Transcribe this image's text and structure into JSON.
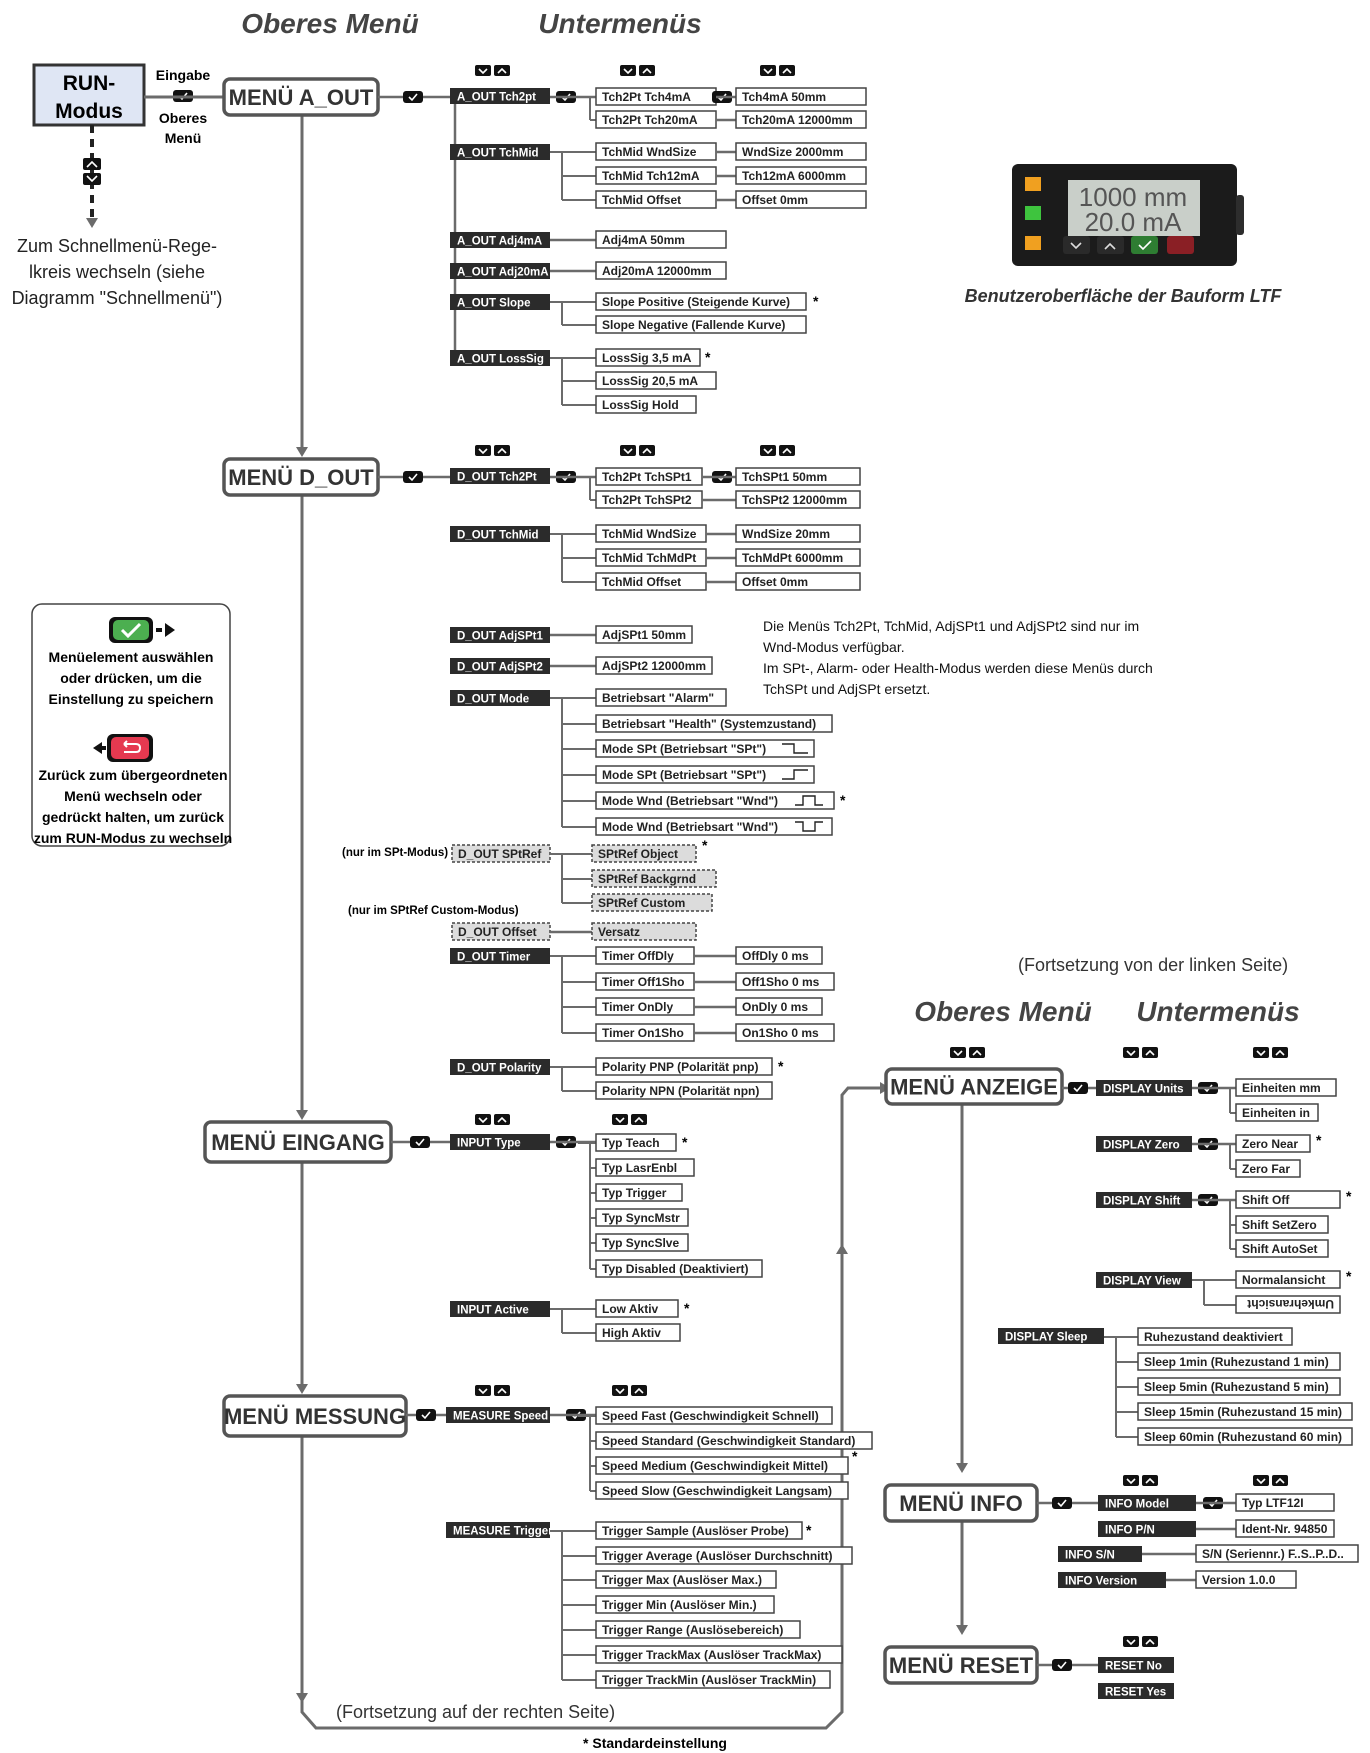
{
  "headings": {
    "top_menu": "Oberes Menü",
    "sub_menus": "Untermenüs",
    "top_menu_right": "Oberes Menü",
    "sub_menus_right": "Untermenüs",
    "continued_from_left": "(Fortsetzung von der linken Seite)",
    "continued_on_right": "(Fortsetzung auf der rechten Seite)",
    "default_footnote": "* Standardeinstellung"
  },
  "run_mode": {
    "line1": "RUN-",
    "line2": "Modus",
    "enter_label": "Eingabe",
    "top_menu_label_1": "Oberes",
    "top_menu_label_2": "Menü",
    "quick_menu_text": [
      "Zum Schnellmenü-Rege-",
      "lkreis wechseln (siehe",
      "Diagramm \"Schnellmenü\")"
    ]
  },
  "legend": {
    "select_text": [
      "Menüelement auswählen",
      "oder drücken, um die",
      "Einstellung zu speichern"
    ],
    "back_text": [
      "Zurück zum übergeordneten",
      "Menü wechseln oder",
      "gedrückt halten, um zurück",
      "zum RUN-Modus zu wechseln"
    ]
  },
  "device": {
    "display_line1": "1000 mm",
    "display_line2": "20.0 mA",
    "caption": "Benutzeroberfläche der Bauform LTF"
  },
  "wnd_note": [
    "Die Menüs Tch2Pt, TchMid, AdjSPt1 und AdjSPt2 sind nur im",
    "Wnd-Modus verfügbar.",
    "Im SPt-, Alarm- oder Health-Modus werden diese Menüs durch",
    "TchSPt und AdjSPt ersetzt."
  ],
  "top_menus": {
    "a_out": "MENÜ A_OUT",
    "d_out": "MENÜ D_OUT",
    "eingang": "MENÜ EINGANG",
    "messung": "MENÜ MESSUNG",
    "anzeige": "MENÜ ANZEIGE",
    "info": "MENÜ INFO",
    "reset": "MENÜ RESET"
  },
  "a_out": {
    "tch2pt": "A_OUT Tch2pt",
    "tch2pt_4ma": "Tch2Pt Tch4mA",
    "tch2pt_20ma": "Tch2Pt Tch20mA",
    "tch4ma_val": "Tch4mA 50mm",
    "tch20ma_val": "Tch20mA 12000mm",
    "tchmid": "A_OUT TchMid",
    "tchmid_wnd": "TchMid WndSize",
    "tchmid_12ma": "TchMid Tch12mA",
    "tchmid_off": "TchMid Offset",
    "wnd_val": "WndSize 2000mm",
    "tch12_val": "Tch12mA 6000mm",
    "off_val": "Offset 0mm",
    "adj4": "A_OUT Adj4mA",
    "adj4_val": "Adj4mA 50mm",
    "adj20": "A_OUT Adj20mA",
    "adj20_val": "Adj20mA 12000mm",
    "slope": "A_OUT Slope",
    "slope_pos": "Slope Positive (Steigende Kurve)",
    "slope_neg": "Slope Negative (Fallende Kurve)",
    "losssig": "A_OUT LossSig",
    "loss_35": "LossSig 3,5 mA",
    "loss_205": "LossSig 20,5 mA",
    "loss_hold": "LossSig Hold"
  },
  "d_out": {
    "tch2pt": "D_OUT Tch2Pt",
    "spt1": "Tch2Pt TchSPt1",
    "spt2": "Tch2Pt TchSPt2",
    "spt1_val": "TchSPt1 50mm",
    "spt2_val": "TchSPt2 12000mm",
    "tchmid": "D_OUT TchMid",
    "tchmid_wnd": "TchMid WndSize",
    "tchmid_mdpt": "TchMid TchMdPt",
    "tchmid_off": "TchMid Offset",
    "wnd_val": "WndSize 20mm",
    "mdpt_val": "TchMdPt 6000mm",
    "off_val": "Offset 0mm",
    "adjspt1": "D_OUT AdjSPt1",
    "adjspt1_val": "AdjSPt1 50mm",
    "adjspt2": "D_OUT AdjSPt2",
    "adjspt2_val": "AdjSPt2 12000mm",
    "mode": "D_OUT Mode",
    "modes": [
      "Betriebsart \"Alarm\"",
      "Betriebsart \"Health\" (Systemzustand)",
      "Mode SPt (Betriebsart \"SPt\")",
      "Mode SPt (Betriebsart \"SPt\")",
      "Mode Wnd (Betriebsart \"Wnd\")",
      "Mode Wnd (Betriebsart \"Wnd\")"
    ],
    "sptref_note": "(nur im SPt-Modus)",
    "sptref": "D_OUT SPtRef",
    "sptref_items": [
      "SPtRef Object",
      "SPtRef Backgrnd",
      "SPtRef Custom"
    ],
    "offset_note": "(nur im SPtRef Custom-Modus)",
    "offset": "D_OUT Offset",
    "offset_item": "Versatz",
    "timer": "D_OUT Timer",
    "timer_items": [
      "Timer OffDly",
      "Timer Off1Sho",
      "Timer OnDly",
      "Timer On1Sho"
    ],
    "timer_vals": [
      "OffDly 0 ms",
      "Off1Sho 0 ms",
      "OnDly 0 ms",
      "On1Sho 0 ms"
    ],
    "polarity": "D_OUT Polarity",
    "pol_pnp": "Polarity PNP (Polarität pnp)",
    "pol_npn": "Polarity NPN (Polarität npn)"
  },
  "eingang": {
    "type": "INPUT Type",
    "types": [
      "Typ Teach",
      "Typ LasrEnbl",
      "Typ Trigger",
      "Typ SyncMstr",
      "Typ SyncSlve",
      "Typ Disabled (Deaktiviert)"
    ],
    "active": "INPUT Active",
    "actives": [
      "Low Aktiv",
      "High Aktiv"
    ]
  },
  "messung": {
    "speed": "MEASURE Speed",
    "speeds": [
      "Speed Fast (Geschwindigkeit Schnell)",
      "Speed Standard (Geschwindigkeit Standard)",
      "Speed Medium (Geschwindigkeit Mittel)",
      "Speed Slow (Geschwindigkeit Langsam)"
    ],
    "trigger": "MEASURE Trigger",
    "triggers": [
      "Trigger Sample (Auslöser Probe)",
      "Trigger Average (Auslöser Durchschnitt)",
      "Trigger Max (Auslöser Max.)",
      "Trigger Min (Auslöser Min.)",
      "Trigger Range (Auslösebereich)",
      "Trigger TrackMax (Auslöser TrackMax)",
      "Trigger TrackMin (Auslöser TrackMin)"
    ]
  },
  "anzeige": {
    "units": "DISPLAY Units",
    "units_items": [
      "Einheiten mm",
      "Einheiten in"
    ],
    "zero": "DISPLAY Zero",
    "zero_items": [
      "Zero Near",
      "Zero Far"
    ],
    "shift": "DISPLAY Shift",
    "shift_items": [
      "Shift Off",
      "Shift SetZero",
      "Shift AutoSet"
    ],
    "view": "DISPLAY View",
    "view_items": [
      "Normalansicht",
      "Umkehransicht"
    ],
    "sleep": "DISPLAY Sleep",
    "sleep_items": [
      "Ruhezustand deaktiviert",
      "Sleep 1min (Ruhezustand 1 min)",
      "Sleep 5min (Ruhezustand 5 min)",
      "Sleep 15min (Ruhezustand 15 min)",
      "Sleep 60min (Ruhezustand 60 min)"
    ]
  },
  "info": {
    "model": "INFO Model",
    "model_val": "Typ LTF12I",
    "pn": "INFO P/N",
    "pn_val": "Ident-Nr. 94850",
    "sn": "INFO S/N",
    "sn_val": "S/N (Seriennr.) F..S..P..D..",
    "version": "INFO Version",
    "version_val": "Version 1.0.0"
  },
  "reset": {
    "no": "RESET No",
    "yes": "RESET Yes"
  },
  "default_marker": "*",
  "colors": {
    "line": "#6b6b6b",
    "dark_label": "#2b2b2b",
    "run_fill": "#dfe6f4",
    "confirm_green": "#4caf50",
    "back_red": "#e53950",
    "dashed_fill": "#dcdcdc"
  }
}
